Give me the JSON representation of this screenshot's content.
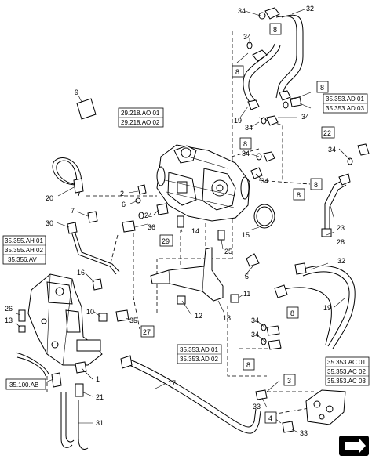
{
  "callouts": {
    "c34a": "34",
    "c32": "32",
    "c8a": "8",
    "c34b": "34",
    "c8b": "8",
    "c19a": "19",
    "c34c": "34",
    "c34d": "34",
    "c8c": "8",
    "c34e": "34",
    "c8d": "8",
    "c34f": "34",
    "c8e": "8",
    "c22": "22",
    "c34g": "34",
    "c8f": "8",
    "c23": "23",
    "c28": "28",
    "c9": "9",
    "c20": "20",
    "c2": "2",
    "c6": "6",
    "c24": "24",
    "c36": "36",
    "c14": "14",
    "c7": "7",
    "c30": "30",
    "c29": "29",
    "c15": "15",
    "c25": "25",
    "c16": "16",
    "c26": "26",
    "c13": "13",
    "c10": "10",
    "c12": "12",
    "c18": "18",
    "c11": "11",
    "c5": "5",
    "c35": "35",
    "c27": "27",
    "c32b": "32",
    "c34h": "34",
    "c8g": "8",
    "c34i": "34",
    "c19b": "19",
    "c8h": "8",
    "c1": "1",
    "c21": "21",
    "c31": "31",
    "c17": "17",
    "c3": "3",
    "c33a": "33",
    "c4": "4",
    "c33b": "33"
  },
  "refs": {
    "r29218ao01": "29.218.AO 01",
    "r29218ao02": "29.218.AO 02",
    "r35353ad01a": "35.353.AD 01",
    "r35353ad03": "35.353.AD 03",
    "r35355ah01": "35.355.AH 01",
    "r35355ah02": "35.355.AH 02",
    "r35356av": "35.356.AV",
    "r35353ad01b": "35.353.AD 01",
    "r35353ad02": "35.353.AD 02",
    "r35353ac01": "35.353.AC 01",
    "r35353ac02": "35.353.AC 02",
    "r35353ac03": "35.353.AC 03",
    "r35100ab": "35.100.AB"
  },
  "icons": {
    "nav": "next-page-arrow-icon"
  }
}
